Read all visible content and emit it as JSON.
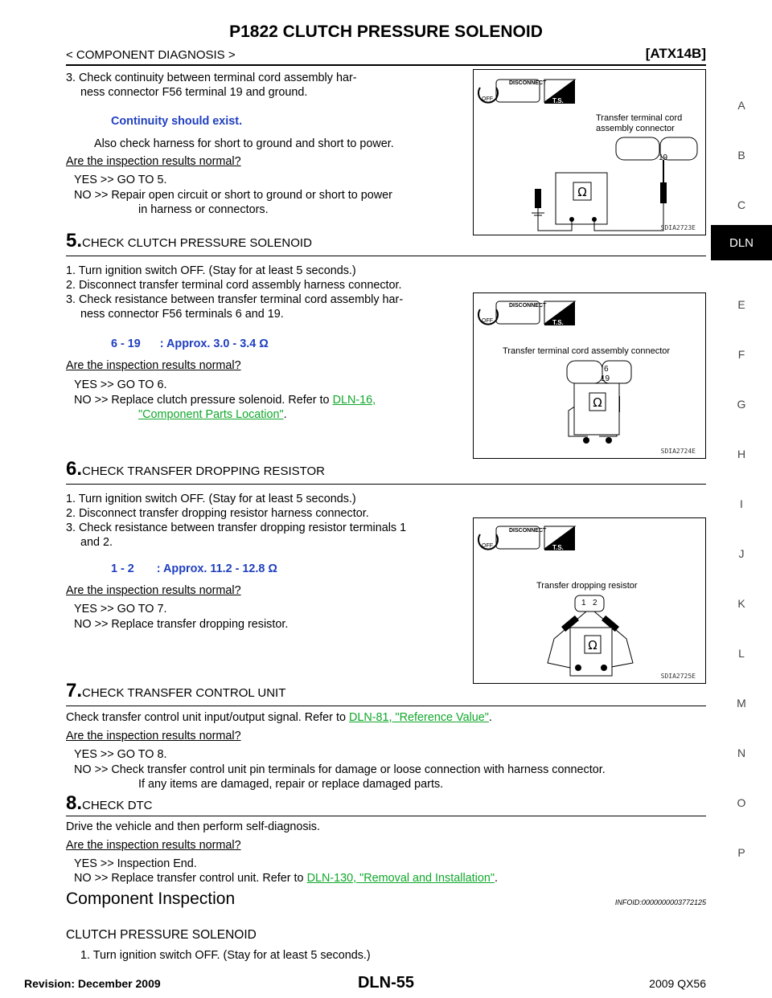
{
  "header": {
    "title": "P1822 CLUTCH PRESSURE SOLENOID",
    "section": "< COMPONENT DIAGNOSIS >",
    "code": "[ATX14B]"
  },
  "sidenav": {
    "letters": [
      "A",
      "B",
      "C",
      "",
      "E",
      "F",
      "G",
      "H",
      "I",
      "J",
      "K",
      "L",
      "M",
      "N",
      "O",
      "P"
    ],
    "active": "DLN"
  },
  "step3_top": {
    "line1": "3. Check continuity between terminal cord assembly har-",
    "line2": "ness connector F56 terminal 19 and ground.",
    "spec": "Continuity should exist.",
    "note": "Also check harness for short to ground and short to power.",
    "question": "Are the inspection results normal?",
    "yes": "YES    >> GO TO 5.",
    "no1": "NO     >> Repair open circuit or short to ground or short to power",
    "no2": "in harness or connectors."
  },
  "fig1": {
    "caption": "SDIA2723E",
    "label1": "Transfer terminal cord",
    "label2": "assembly connector",
    "pin": "19",
    "disconnect": "DISCONNECT",
    "off": "OFF",
    "ts": "T.S."
  },
  "step5": {
    "num": "5.",
    "title": "CHECK CLUTCH PRESSURE SOLENOID",
    "l1": "1. Turn ignition switch OFF. (Stay for at least 5 seconds.)",
    "l2": "2. Disconnect transfer terminal cord assembly harness connector.",
    "l3a": "3. Check resistance between transfer terminal cord assembly har-",
    "l3b": "ness connector F56 terminals 6 and 19.",
    "spec": "6 - 19      : Approx. 3.0 - 3.4 Ω",
    "question": "Are the inspection results normal?",
    "yes": "YES    >> GO TO 6.",
    "no1": "NO     >> Replace clutch pressure solenoid.  Refer to ",
    "link1": "DLN-16,",
    "link2": "\"Component Parts Location\"",
    "period": "."
  },
  "fig2": {
    "caption": "SDIA2724E",
    "label": "Transfer terminal cord assembly connector",
    "pin1": "6",
    "pin2": "19",
    "disconnect": "DISCONNECT",
    "off": "OFF",
    "ts": "T.S."
  },
  "step6": {
    "num": "6.",
    "title": "CHECK TRANSFER DROPPING RESISTOR",
    "l1": "1. Turn ignition switch OFF. (Stay for at least 5 seconds.)",
    "l2": "2. Disconnect transfer dropping resistor harness connector.",
    "l3a": "3. Check resistance between transfer dropping resistor terminals 1",
    "l3b": "and 2.",
    "spec": "1 - 2       : Approx. 11.2 - 12.8 Ω",
    "question": "Are the inspection results normal?",
    "yes": "YES    >> GO TO 7.",
    "no": "NO     >> Replace transfer dropping resistor."
  },
  "fig3": {
    "caption": "SDIA2725E",
    "label": "Transfer dropping resistor",
    "pin1": "1",
    "pin2": "2",
    "disconnect": "DISCONNECT",
    "off": "OFF",
    "ts": "T.S."
  },
  "step7": {
    "num": "7.",
    "title": "CHECK TRANSFER CONTROL UNIT",
    "l1": "Check transfer control unit input/output signal. Refer to ",
    "link": "DLN-81, \"Reference Value\"",
    "period": ".",
    "question": "Are the inspection results normal?",
    "yes": "YES    >> GO TO 8.",
    "no1": "NO     >> Check transfer control unit pin terminals for damage or loose connection with harness connector.",
    "no2": "If any items are damaged, repair or replace damaged parts."
  },
  "step8": {
    "num": "8.",
    "title": "CHECK DTC",
    "l1": "Drive the vehicle and then perform self-diagnosis.",
    "question": "Are the inspection results normal?",
    "yes": "YES    >> Inspection End.",
    "no1": "NO     >> Replace transfer control unit. Refer to ",
    "link": "DLN-130, \"Removal and Installation\"",
    "period": "."
  },
  "component": {
    "title": "Component Inspection",
    "infoid": "INFOID:0000000003772125",
    "sub": "CLUTCH PRESSURE SOLENOID",
    "l1": "1. Turn ignition switch OFF. (Stay for at least 5 seconds.)"
  },
  "footer": {
    "revision": "Revision: December 2009",
    "page": "DLN-55",
    "model": "2009 QX56"
  }
}
